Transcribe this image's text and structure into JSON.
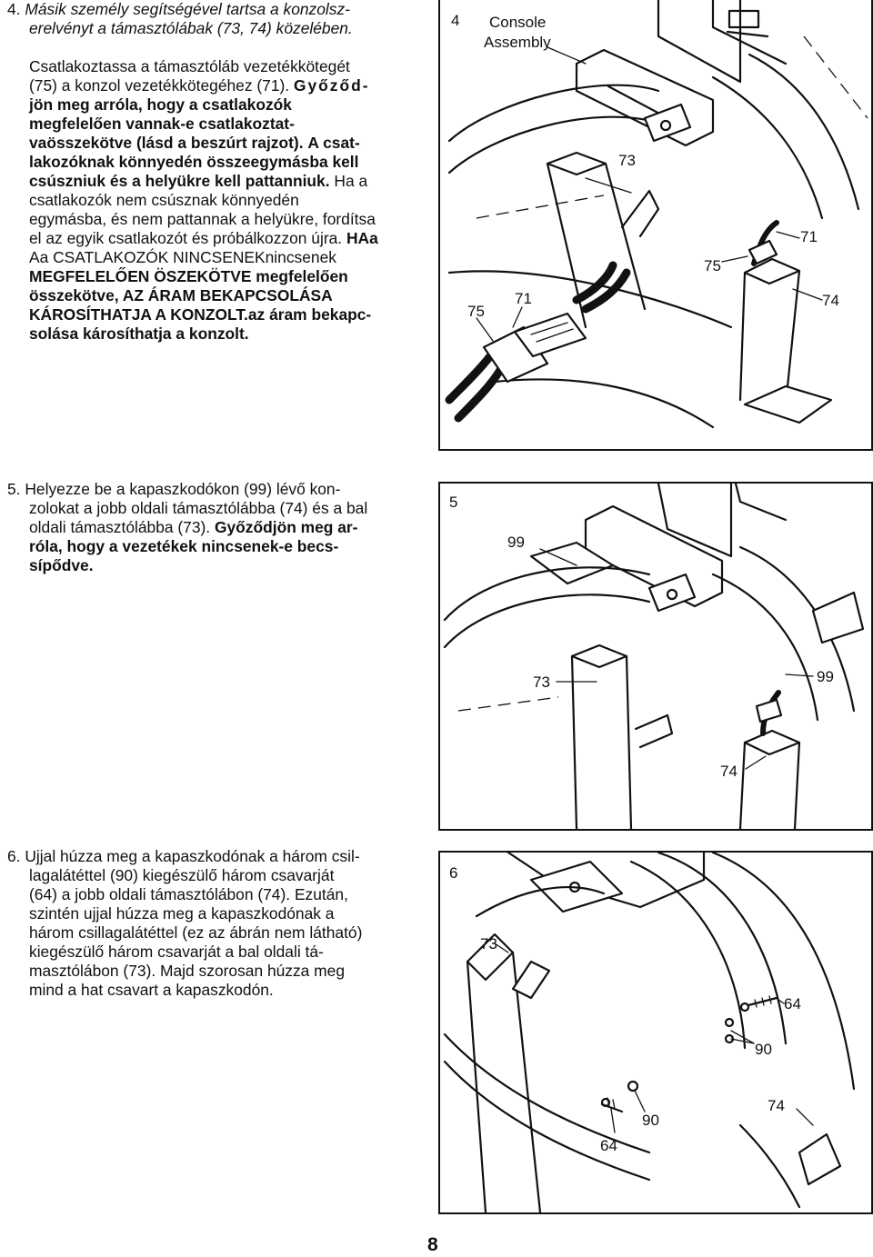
{
  "step4": {
    "number": "4.",
    "line1": "Másik személy segítségével tartsa a konzolsz-",
    "line2": "erelvényt a támasztólábak (73, 74) közelében.",
    "p2_l1": "Csatlakoztassa a támasztóláb vezetékkötegét",
    "p2_l2": "(75) a konzol vezetékkötegéhez (71).",
    "p2_l2_bold": "Győződ-",
    "p2_l3": "jön meg arróla, hogy a csatlakozók",
    "p2_l4": "megfelelően vannak-e csatlakoztat-",
    "p2_l5": "vaösszekötve (lásd a beszúrt rajzot).",
    "p2_l5_bold": "A csat-",
    "p2_l6": "lakozóknak könnyedén összeegymásba kell",
    "p2_l7": "csúszniuk és a helyükre kell pattanniuk.",
    "p2_l7_normal": "Ha a",
    "p2_l8": "csatlakozók nem csúsznak könnyedén",
    "p2_l9": "egymásba, és nem pattannak a helyükre, fordítsa",
    "p2_l10": "el az egyik csatlakozót és próbálkozzon újra.",
    "p2_l10_bold": "HAa",
    "p2_l11": "Aa CSATLAKOZÓK NINCSENEKnincsenek",
    "p2_l12": "MEGFELELŐEN ÖSZEKÖTVE megfelelően",
    "p2_l13": "összekötve, AZ ÁRAM BEKAPCSOLÁSA",
    "p2_l14": "KÁROSÍTHATJA A KONZOLT.az áram bekapc-",
    "p2_l15": "solása károsíthatja a konzolt."
  },
  "step5": {
    "number": "5.",
    "l1": "Helyezze be a kapaszkodókon (99) lévő kon-",
    "l2": "zolokat a jobb oldali támasztólábba (74) és a bal",
    "l3": "oldali támasztólábba (73).",
    "l3_bold": "Győződjön meg ar-",
    "l4": "róla, hogy a vezetékek nincsenek-e becs-",
    "l5": "sípődve."
  },
  "step6": {
    "number": "6.",
    "l1": "Ujjal húzza meg a kapaszkodónak a három csil-",
    "l2": "lagalátéttel (90) kiegészülő három csavarját",
    "l3": "(64) a jobb oldali támasztólábon (74). Ezután,",
    "l4": "szintén ujjal húzza meg a kapaszkodónak a",
    "l5": "három csillagalátéttel (ez az ábrán nem látható)",
    "l6": "kiegészülő három csavarját a bal oldali tá-",
    "l7": "masztólábon (73). Majd szorosan húzza meg",
    "l8": "mind a hat csavart a kapaszkodón."
  },
  "figure4": {
    "step": "4",
    "console_l1": "Console",
    "console_l2": "Assembly",
    "lbl_73": "73",
    "lbl_71a": "71",
    "lbl_75a": "75",
    "lbl_74": "74",
    "lbl_75b": "75",
    "lbl_71b": "71"
  },
  "figure5": {
    "step": "5",
    "lbl_99a": "99",
    "lbl_73": "73",
    "lbl_99b": "99",
    "lbl_74": "74"
  },
  "figure6": {
    "step": "6",
    "lbl_73": "73",
    "lbl_64a": "64",
    "lbl_90a": "90",
    "lbl_74": "74",
    "lbl_90b": "90",
    "lbl_64b": "64"
  },
  "page_number": "8"
}
